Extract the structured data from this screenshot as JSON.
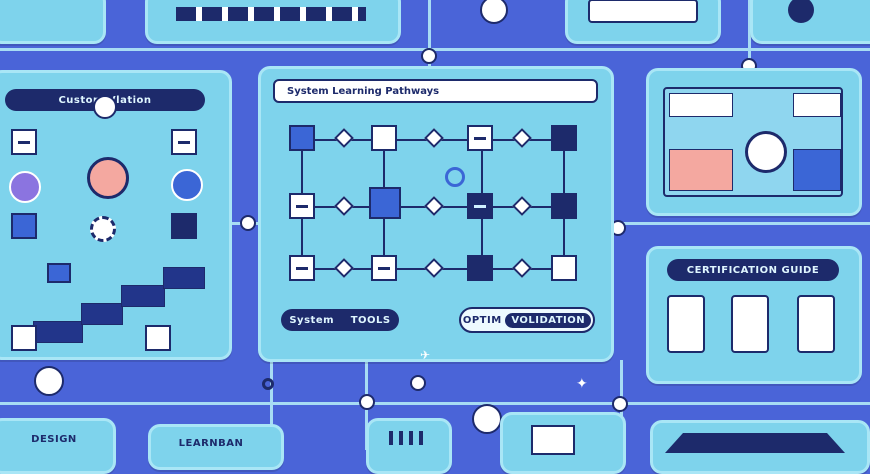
{
  "top": {
    "title": "System Learning Pathways"
  },
  "left": {
    "header": "Custom Vlation",
    "bottom_label": "DESIGN",
    "bottom2": "LEARNBAN"
  },
  "center": {
    "pill_left": "System",
    "pill_left_sub": "TOOLS",
    "pill_right_left": "OPTIM",
    "pill_right_right": "VOLIDATION"
  },
  "right": {
    "header": "CERTIFICATION GUIDE"
  },
  "icons": {
    "plane": "plane-icon",
    "mail": "mail-icon",
    "chart": "chart-icon",
    "gear": "gear-icon",
    "list": "list-icon",
    "person": "person-icon"
  },
  "colors": {
    "background": "#4a64d8",
    "panel": "#7ed3ec",
    "dark": "#1d2a6b",
    "accent_pink": "#f4a8a0"
  }
}
